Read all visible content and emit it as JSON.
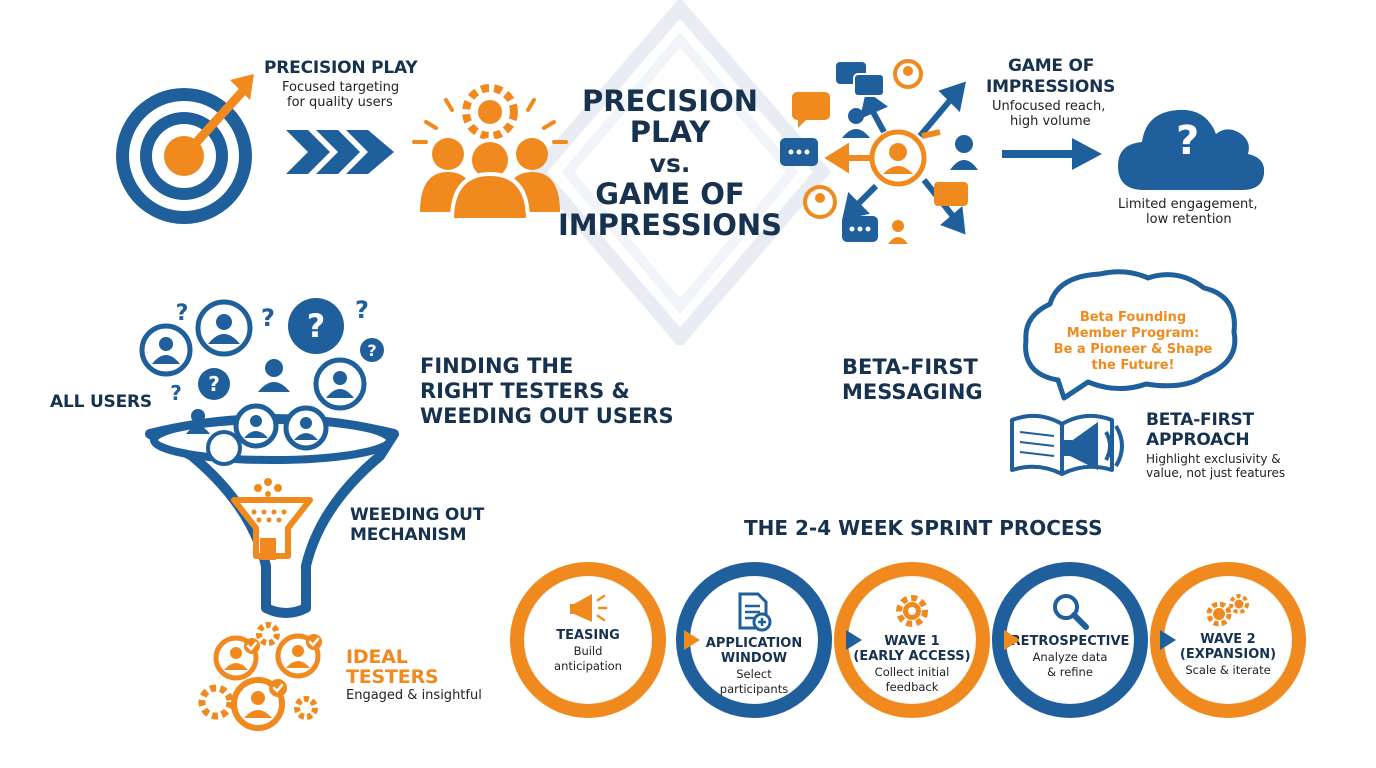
{
  "center": {
    "line1": "PRECISION",
    "line2": "PLAY",
    "vs": "vs.",
    "line3": "GAME OF",
    "line4": "IMPRESSIONS"
  },
  "precision_play": {
    "title": "PRECISION PLAY",
    "desc_line1": "Focused targeting",
    "desc_line2": "for quality users"
  },
  "game_of_impressions": {
    "title_line1": "GAME OF",
    "title_line2": "IMPRESSIONS",
    "desc_line1": "Unfocused reach,",
    "desc_line2": "high volume",
    "result_line1": "Limited engagement,",
    "result_line2": "low retention",
    "cloud_symbol": "?"
  },
  "funnel": {
    "top_label": "ALL USERS",
    "heading_line1": "FINDING THE",
    "heading_line2": "RIGHT TESTERS &",
    "heading_line3": "WEEDING OUT USERS",
    "mechanism_line1": "WEEDING OUT",
    "mechanism_line2": "MECHANISM",
    "ideal_line1": "IDEAL",
    "ideal_line2": "TESTERS",
    "ideal_desc": "Engaged & insightful"
  },
  "beta": {
    "heading_line1": "BETA-FIRST",
    "heading_line2": "MESSAGING",
    "bubble_line1": "Beta Founding",
    "bubble_line2": "Member Program:",
    "bubble_line3": "Be a Pioneer & Shape",
    "bubble_line4": "the Future!",
    "approach_line1": "BETA-FIRST",
    "approach_line2": "APPROACH",
    "approach_desc_line1": "Highlight exclusivity &",
    "approach_desc_line2": "value, not just features"
  },
  "sprint": {
    "title": "THE 2-4 WEEK SPRINT PROCESS",
    "steps": [
      {
        "title1": "TEASING",
        "title2": "",
        "desc1": "Build",
        "desc2": "anticipation",
        "icon": "megaphone-icon"
      },
      {
        "title1": "APPLICATION",
        "title2": "WINDOW",
        "desc1": "Select",
        "desc2": "participants",
        "icon": "document-add-icon"
      },
      {
        "title1": "WAVE 1",
        "title2": "(EARLY ACCESS)",
        "desc1": "Collect initial",
        "desc2": "feedback",
        "icon": "gear-icon"
      },
      {
        "title1": "RETROSPECTIVE",
        "title2": "",
        "desc1": "Analyze data",
        "desc2": "& refine",
        "icon": "magnifier-icon"
      },
      {
        "title1": "WAVE 2",
        "title2": "(EXPANSION)",
        "desc1": "Scale & iterate",
        "desc2": "",
        "icon": "gears-icon"
      }
    ]
  },
  "colors": {
    "navy": "#17324f",
    "blue": "#1f5f9c",
    "orange": "#f08a1e"
  }
}
